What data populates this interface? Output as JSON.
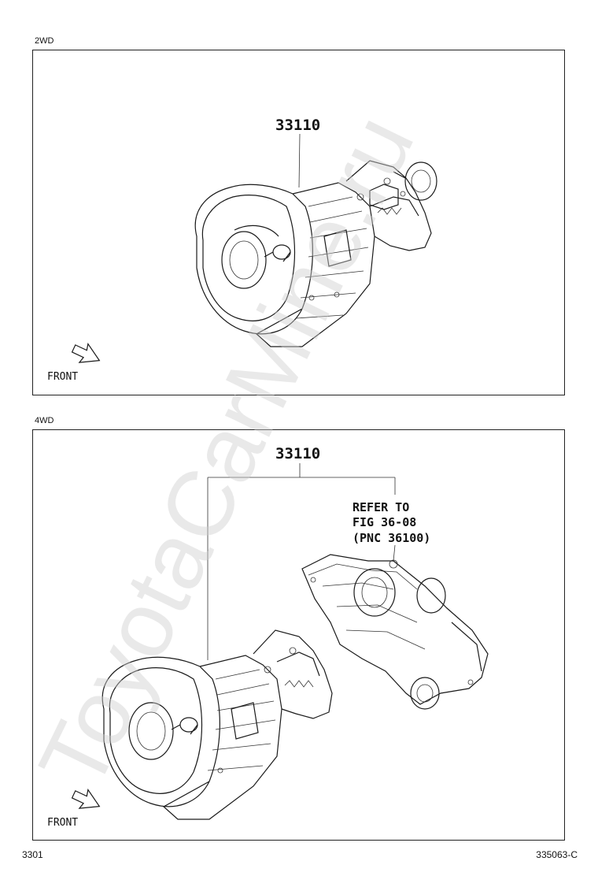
{
  "sections": [
    {
      "label": "2WD",
      "part_number": "33110",
      "front_label": "FRONT"
    },
    {
      "label": "4WD",
      "part_number": "33110",
      "front_label": "FRONT",
      "refer_note": [
        "REFER TO",
        "FIG 36-08",
        "(PNC 36100)"
      ]
    }
  ],
  "footer": {
    "left": "3301",
    "right": "335063-C"
  },
  "watermark": "ToyotaCarMine.ru"
}
